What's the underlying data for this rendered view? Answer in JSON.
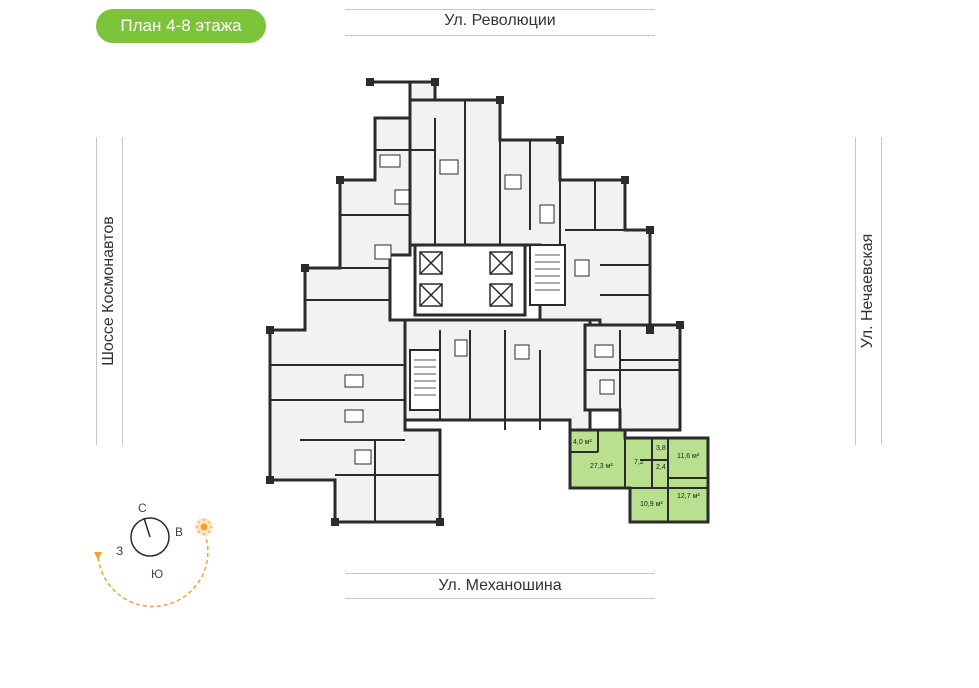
{
  "badge": {
    "label": "План 4-8 этажа",
    "color": "#7cc33a"
  },
  "streets": {
    "top": "Ул. Революции",
    "bottom": "Ул. Механошина",
    "left": "Шоссе Космонавтов",
    "right": "Ул. Нечаевская"
  },
  "colors": {
    "wall": "#2b2b2b",
    "room": "#f2f2f2",
    "highlight": "#b9e08e",
    "sun": "#f2a233"
  },
  "apartment": {
    "rooms": [
      "4,0 м²",
      "27,3 м²",
      "7,2",
      "3,8",
      "2,4",
      "11,6 м²",
      "12,7 м²",
      "10,9 м²"
    ]
  },
  "compass": {
    "north": "С",
    "east": "В",
    "south": "Ю",
    "west": "З",
    "sun_icon": "sun-icon"
  }
}
